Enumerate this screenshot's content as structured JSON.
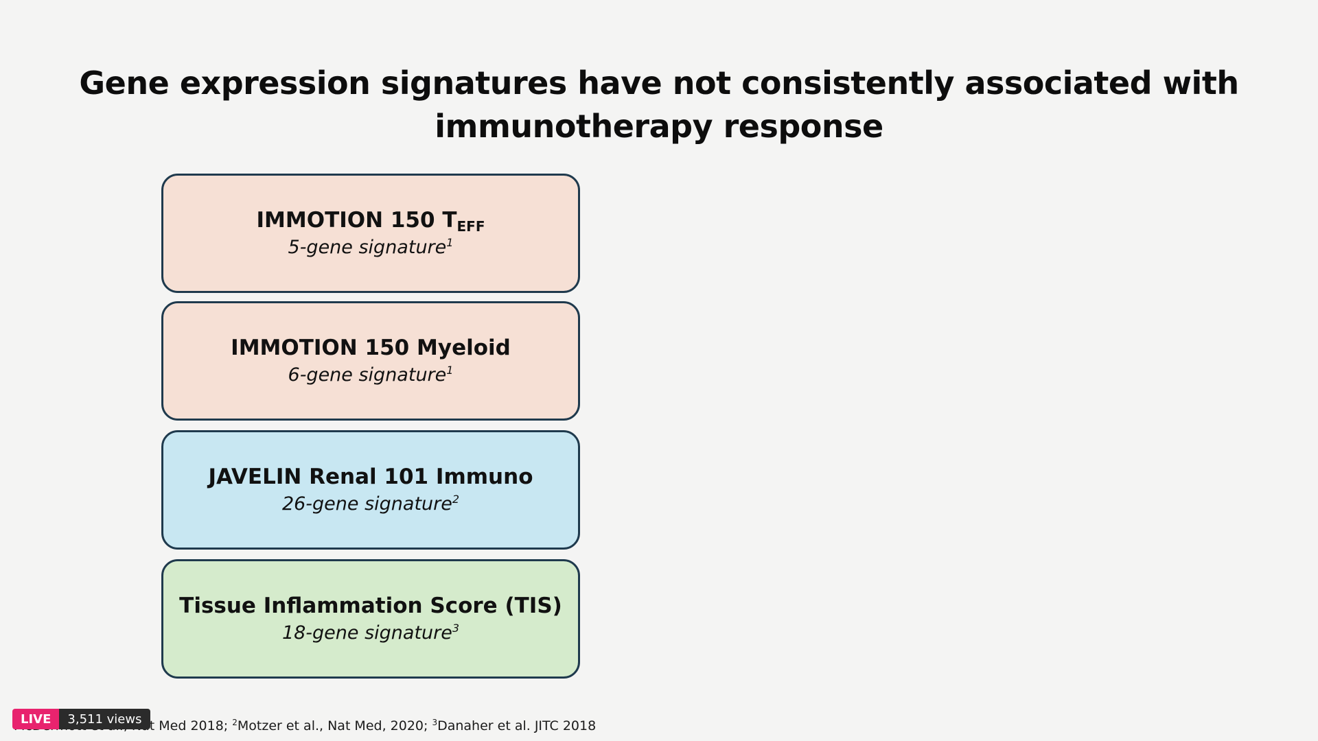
{
  "slide": {
    "title_line1": "Gene expression signatures have not consistently associated with",
    "title_line2": "immunotherapy response"
  },
  "boxes": [
    {
      "name": "IMMOTION 150 T",
      "name_sub": "EFF",
      "desc": "5-gene signature",
      "ref": "1",
      "color": "#f6e0d5"
    },
    {
      "name": "IMMOTION 150 Myeloid",
      "desc": "6-gene signature",
      "ref": "1",
      "color": "#f6e0d5"
    },
    {
      "name": "JAVELIN Renal 101 Immuno",
      "desc": "26-gene signature",
      "ref": "2",
      "color": "#c8e7f2"
    },
    {
      "name": "Tissue Inflammation Score (TIS)",
      "desc": "18-gene signature",
      "ref": "3",
      "color": "#d5ebcc"
    }
  ],
  "references": {
    "ref1_text": "McDermott et al., Nat Med 2018; ",
    "ref2_num": "2",
    "ref2_text": "Motzer et al., Nat Med, 2020; ",
    "ref3_num": "3",
    "ref3_text": "Danaher et al. JITC 2018"
  },
  "overlay": {
    "live_label": "LIVE",
    "views_label": "3,511 views"
  },
  "colors": {
    "background": "#f4f4f3",
    "box_border": "#1f3a4d",
    "live_badge": "#e8236e"
  }
}
